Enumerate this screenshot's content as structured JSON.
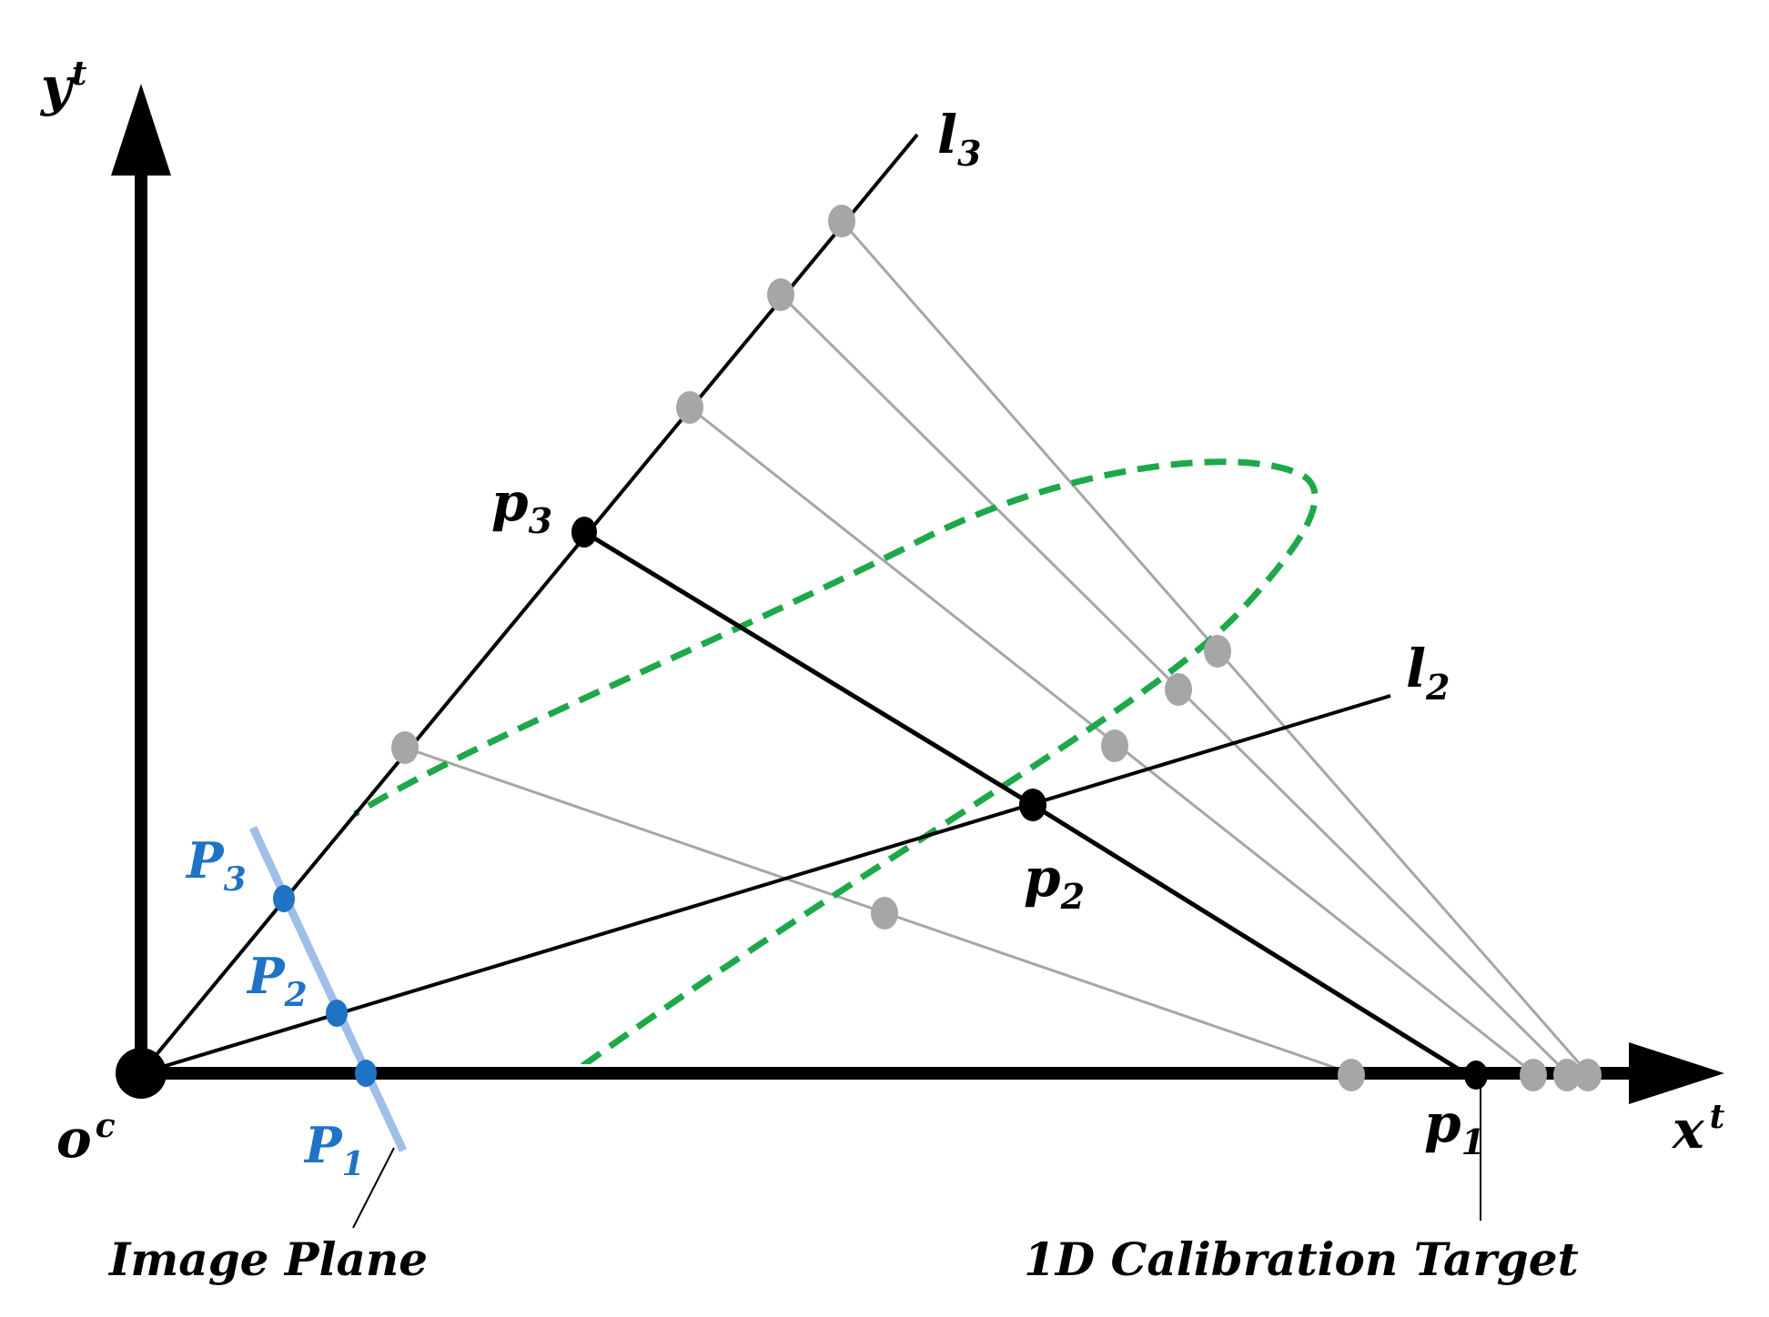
{
  "axes": {
    "y_label": "y",
    "y_sup": "t",
    "x_label": "x",
    "x_sup": "t",
    "origin_label": "o",
    "origin_sup": "c"
  },
  "lines": {
    "l3": {
      "base": "l",
      "sub": "3"
    },
    "l2": {
      "base": "l",
      "sub": "2"
    }
  },
  "target_points": {
    "p1": {
      "base": "p",
      "sub": "1"
    },
    "p2": {
      "base": "p",
      "sub": "2"
    },
    "p3": {
      "base": "p",
      "sub": "3"
    }
  },
  "image_points": {
    "P1": {
      "base": "P",
      "sub": "1"
    },
    "P2": {
      "base": "P",
      "sub": "2"
    },
    "P3": {
      "base": "P",
      "sub": "3"
    }
  },
  "captions": {
    "image_plane": "Image Plane",
    "calibration_target": "1D Calibration Target"
  },
  "colors": {
    "axis": "#000000",
    "target_points": "#000000",
    "alt_positions": "#a6a6a6",
    "image_plane": "#9fbfe8",
    "image_points": "#1f73c4",
    "ellipse": "#1ea84a"
  }
}
